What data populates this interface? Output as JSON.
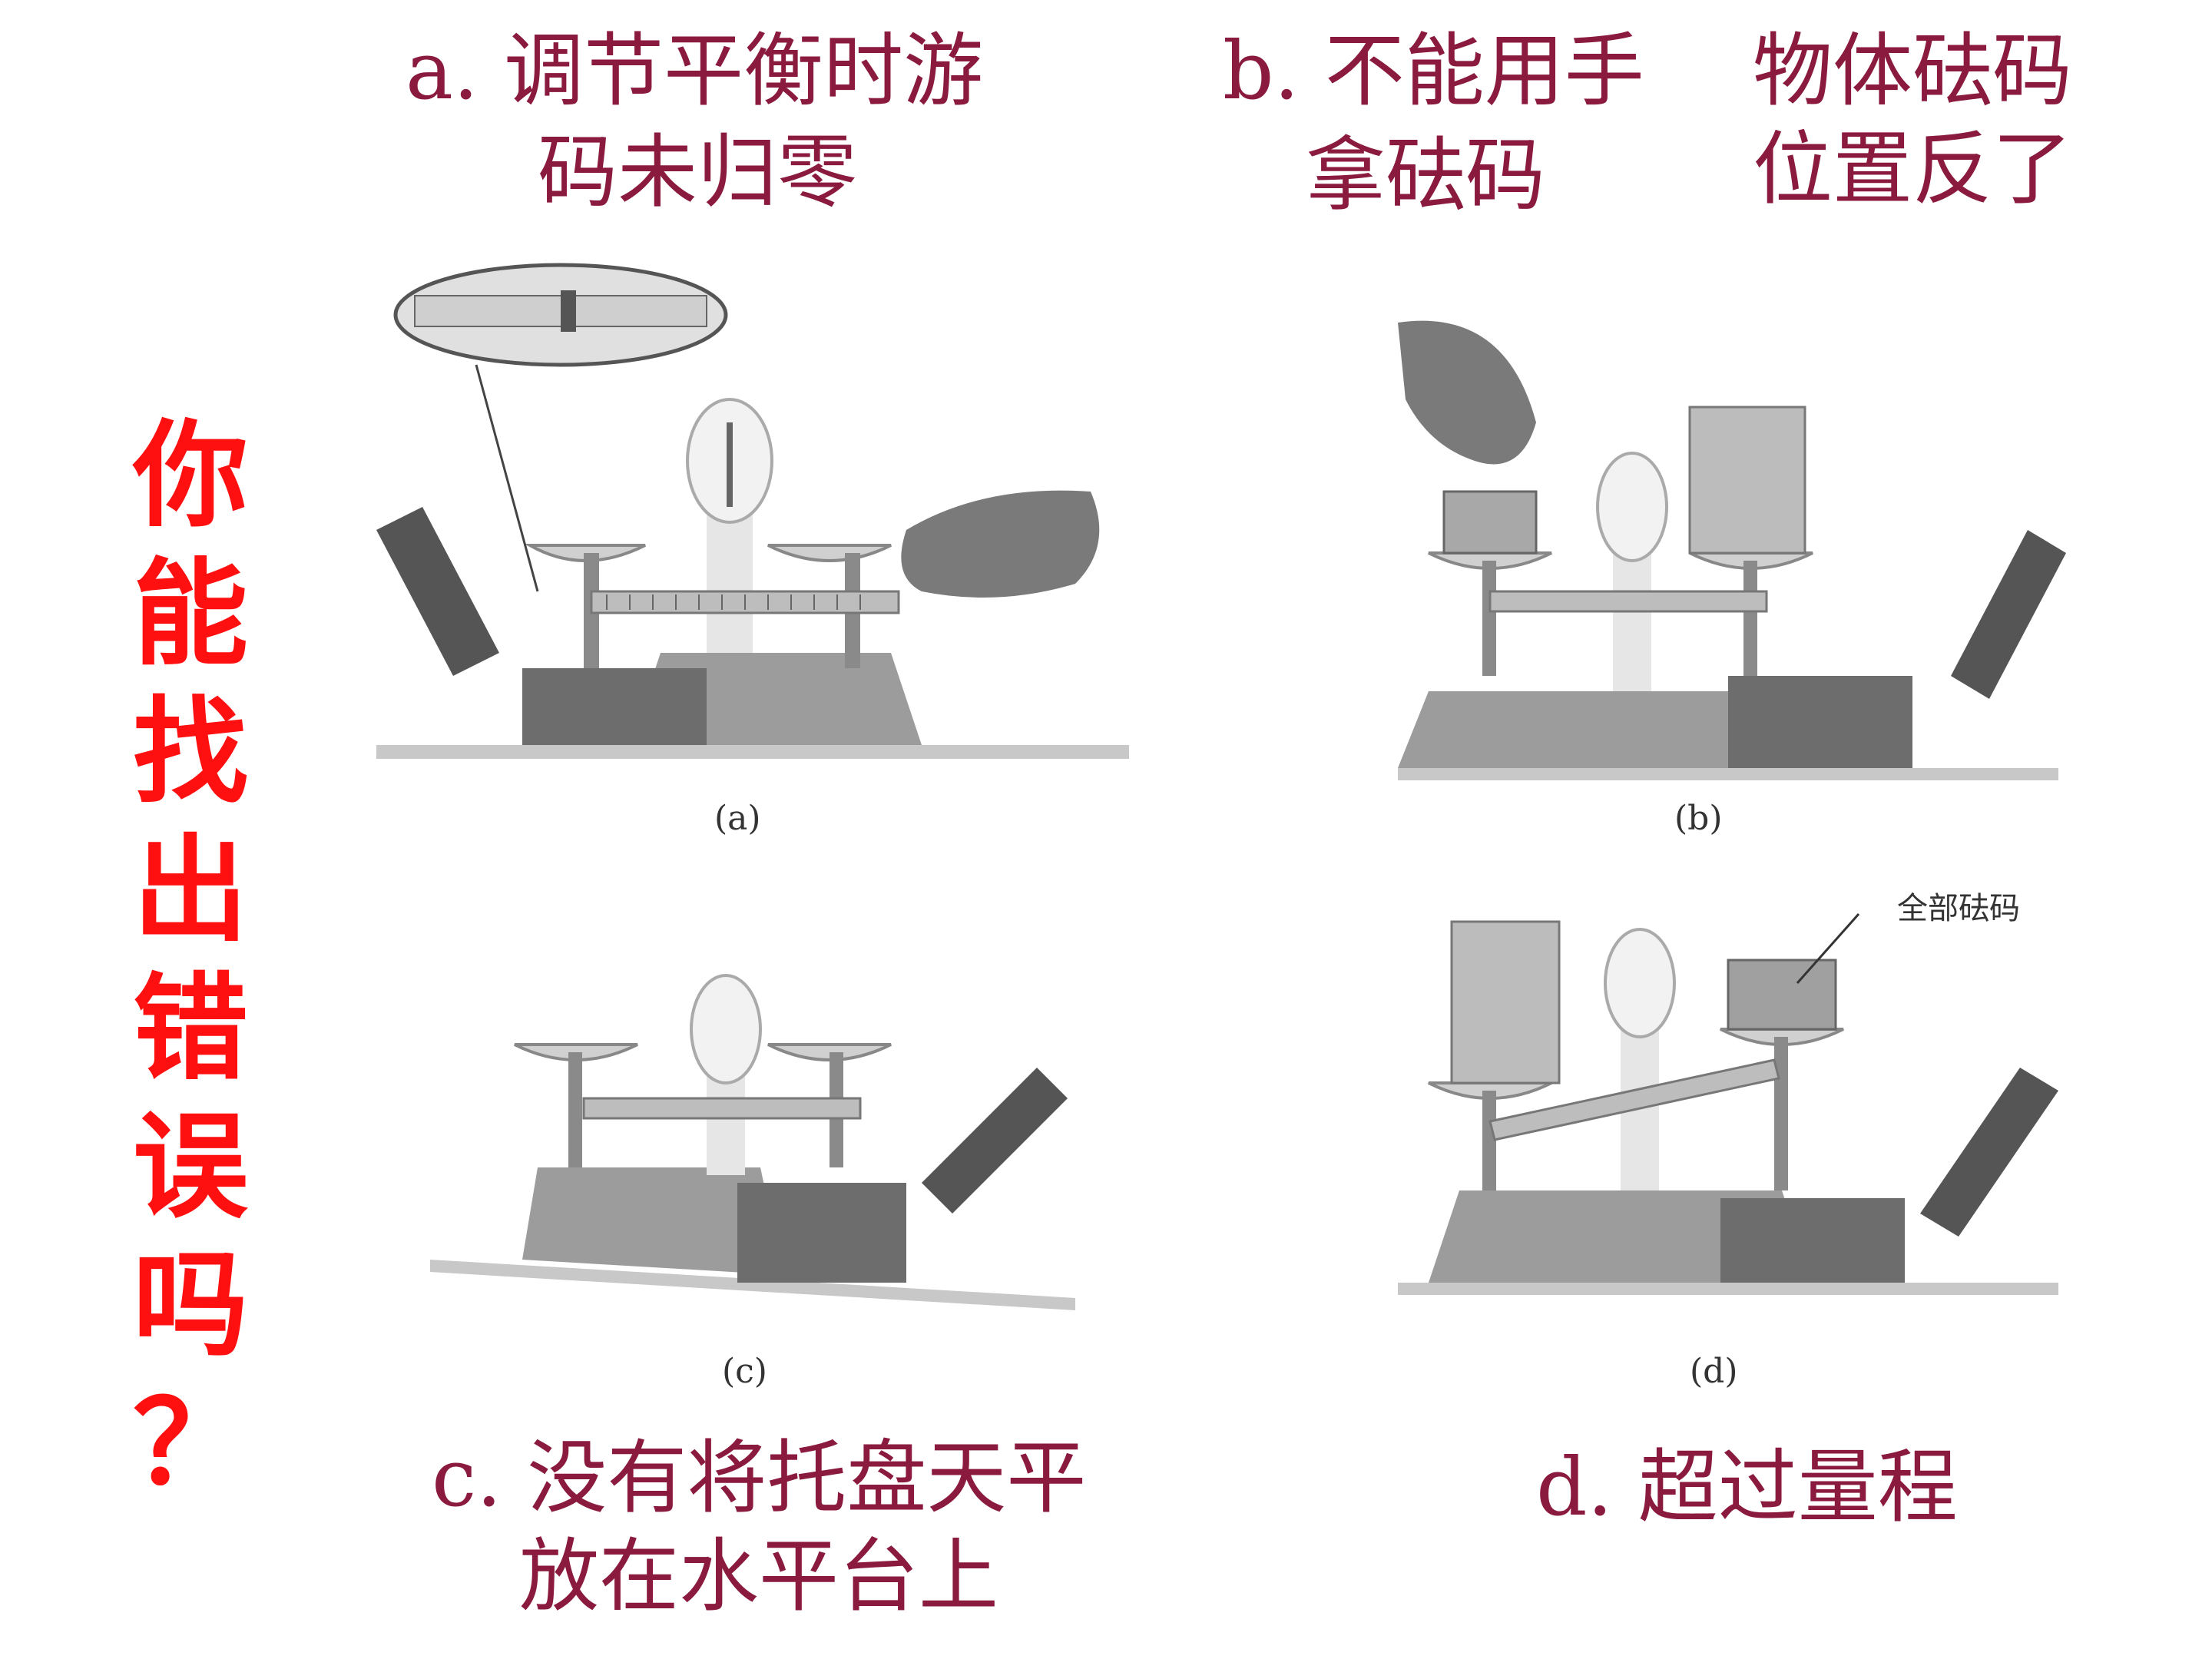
{
  "captions": {
    "a_line1": "a. 调节平衡时游",
    "a_line2": "码未归零",
    "b_line1": "b. 不能用手",
    "b_line2": "拿砝码",
    "b2_line1": "物体砝码",
    "b2_line2": "位置反了",
    "c_line1": "c. 没有将托盘天平",
    "c_line2": "放在水平台上",
    "d_line1": "d. 超过量程"
  },
  "side_question": [
    "你",
    "能",
    "找",
    "出",
    "错",
    "误",
    "吗",
    "？"
  ],
  "figures": {
    "a_label": "(a)",
    "b_label": "(b)",
    "c_label": "(c)",
    "d_label": "(d)",
    "d_annotation": "全部砝码"
  },
  "colors": {
    "caption": "#8a1a3e",
    "question": "#ff1010"
  }
}
